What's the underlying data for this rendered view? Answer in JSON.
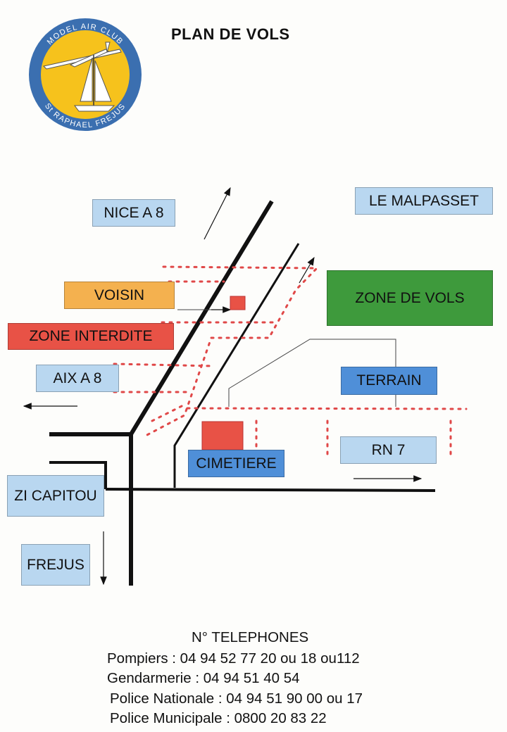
{
  "header": {
    "title": "PLAN DE VOLS"
  },
  "logo": {
    "top_text": "MODEL AIR CLUB",
    "bottom_text": "St RAPHAEL FREJUS"
  },
  "labels": {
    "nice": "NICE A 8",
    "malpasset": "LE MALPASSET",
    "voisin": "VOISIN",
    "zone_vols": "ZONE DE VOLS",
    "zone_interdite": "ZONE INTERDITE",
    "aix": "AIX A 8",
    "terrain": "TERRAIN",
    "rn7": "RN 7",
    "cimetiere": "CIMETIERE",
    "zi_capitou": "ZI CAPITOU",
    "frejus": "FREJUS"
  },
  "phones": {
    "heading": "N° TELEPHONES",
    "lines": [
      "Pompiers : 04 94 52 77 20 ou 18 ou112",
      "Gendarmerie : 04 94 51 40 54",
      "Police Nationale : 04 94 51 90 00 ou 17",
      "Police Municipale : 0800 20 83 22"
    ]
  },
  "colors": {
    "road": "#111111",
    "forbidden_dotted": "#e04848",
    "light_box": "#b9d7f0",
    "voisin_box": "#f4b14f",
    "interdite_box": "#e85246",
    "vols_box": "#3e9a3c",
    "terrain_box": "#4f8fd8",
    "logo_ring": "#3b6fb0",
    "logo_fill": "#f6c21c"
  }
}
